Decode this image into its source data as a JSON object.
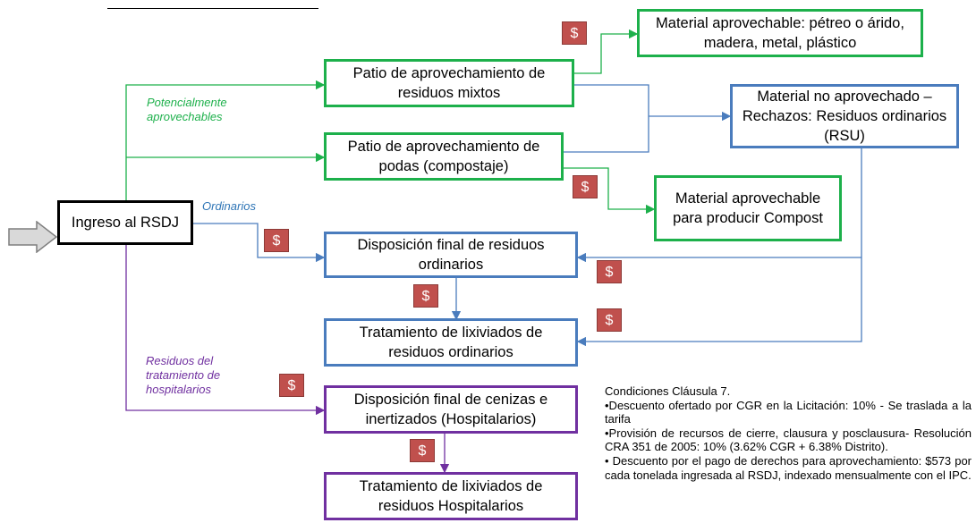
{
  "boxes": {
    "ingreso": "Ingreso al RSDJ",
    "patio_mixtos": "Patio de aprovechamiento de residuos mixtos",
    "patio_podas": "Patio de aprovechamiento de podas (compostaje)",
    "material_aprovechable": "Material aprovechable: pétreo o árido, madera, metal, plástico",
    "material_no_aprovechado": "Material no aprovechado – Rechazos: Residuos ordinarios (RSU)",
    "material_compost": "Material aprovechable para producir Compost",
    "disposicion_ordinarios": "Disposición final de residuos ordinarios",
    "lixiviados_ordinarios": "Tratamiento de lixiviados de residuos ordinarios",
    "disposicion_cenizas": "Disposición final de cenizas e inertizados (Hospitalarios)",
    "lixiviados_hospitalarios": "Tratamiento de lixiviados de residuos Hospitalarios"
  },
  "labels": {
    "potencialmente": "Potencialmente aprovechables",
    "ordinarios": "Ordinarios",
    "residuos_tratamiento": "Residuos del tratamiento de hospitalarios"
  },
  "cost_symbol": "$",
  "notes": {
    "title": "Condiciones Cláusula 7.",
    "items": [
      "•Descuento ofertado por CGR en la Licitación: 10% - Se traslada a la tarifa",
      "•Provisión de recursos de cierre, clausura y posclausura- Resolución CRA 351 de 2005: 10% (3.62% CGR + 6.38% Distrito).",
      "• Descuento por el pago de derechos para aprovechamiento: $573 por cada tonelada ingresada al RSDJ, indexado mensualmente con el IPC."
    ]
  },
  "colors": {
    "green": "#1db04b",
    "blue": "#4a7cbd",
    "purple": "#7030a0",
    "cost_badge": "#c0504d"
  }
}
